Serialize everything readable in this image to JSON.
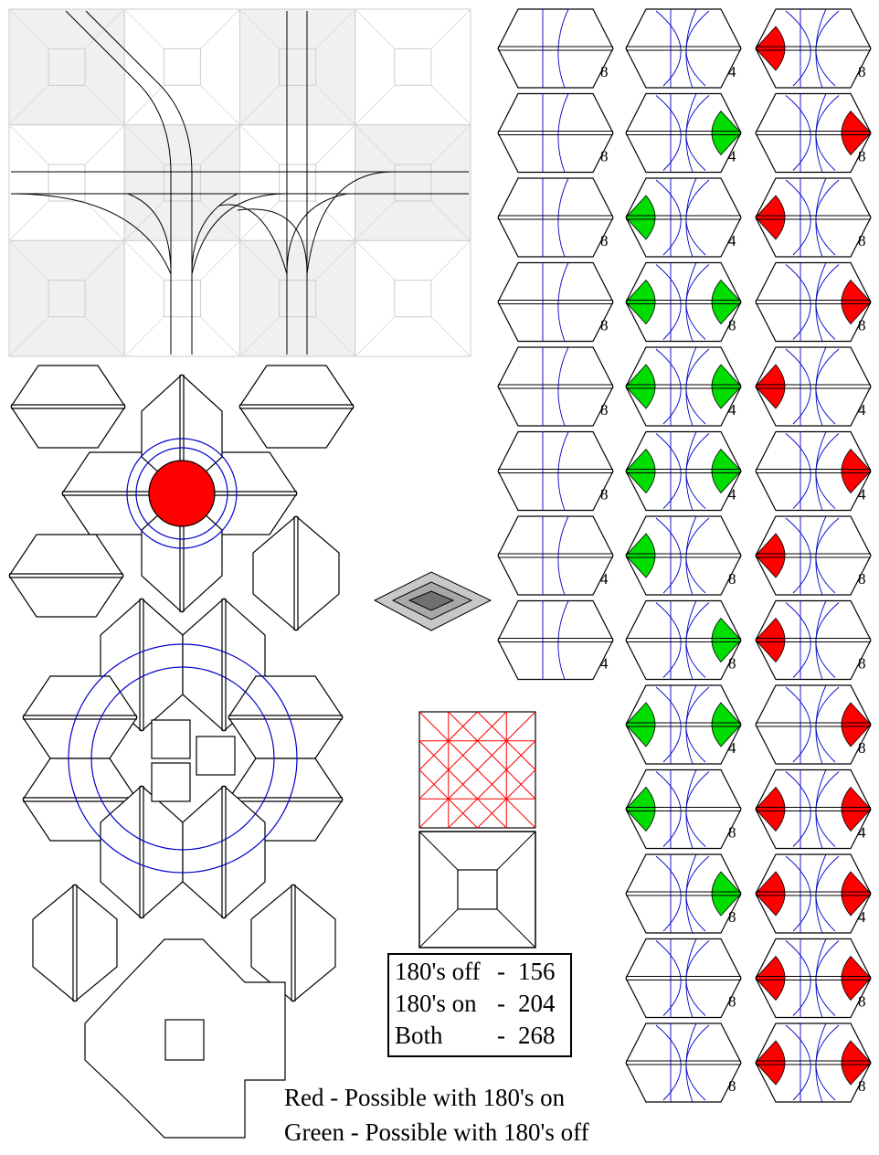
{
  "tiles": {
    "grid_cols": 3,
    "grid_rows": 13,
    "column_counts": [
      [
        "8",
        "8",
        "8",
        "8",
        "8",
        "8",
        "4",
        "4"
      ],
      [
        "4",
        "4",
        "4",
        "8",
        "4",
        "4",
        "8",
        "8",
        "4",
        "8",
        "8",
        "8",
        "8"
      ],
      [
        "8",
        "8",
        "8",
        "8",
        "4",
        "4",
        "8",
        "8",
        "8",
        "4",
        "4",
        "8",
        "8"
      ]
    ]
  },
  "stats": {
    "rows": [
      {
        "label": "180's off",
        "dash": "-",
        "value": "156"
      },
      {
        "label": "180's on",
        "dash": "-",
        "value": "204"
      },
      {
        "label": "Both",
        "dash": "-",
        "value": "268"
      }
    ]
  },
  "legend": {
    "red": "Red - Possible with 180's on",
    "green": "Green - Possible with 180's off"
  },
  "colors": {
    "red": "#ff0000",
    "green": "#00dd00",
    "blue_line": "#0000cc",
    "grid_shade": "#f0f0f0",
    "red_grid": "#ff0000"
  }
}
